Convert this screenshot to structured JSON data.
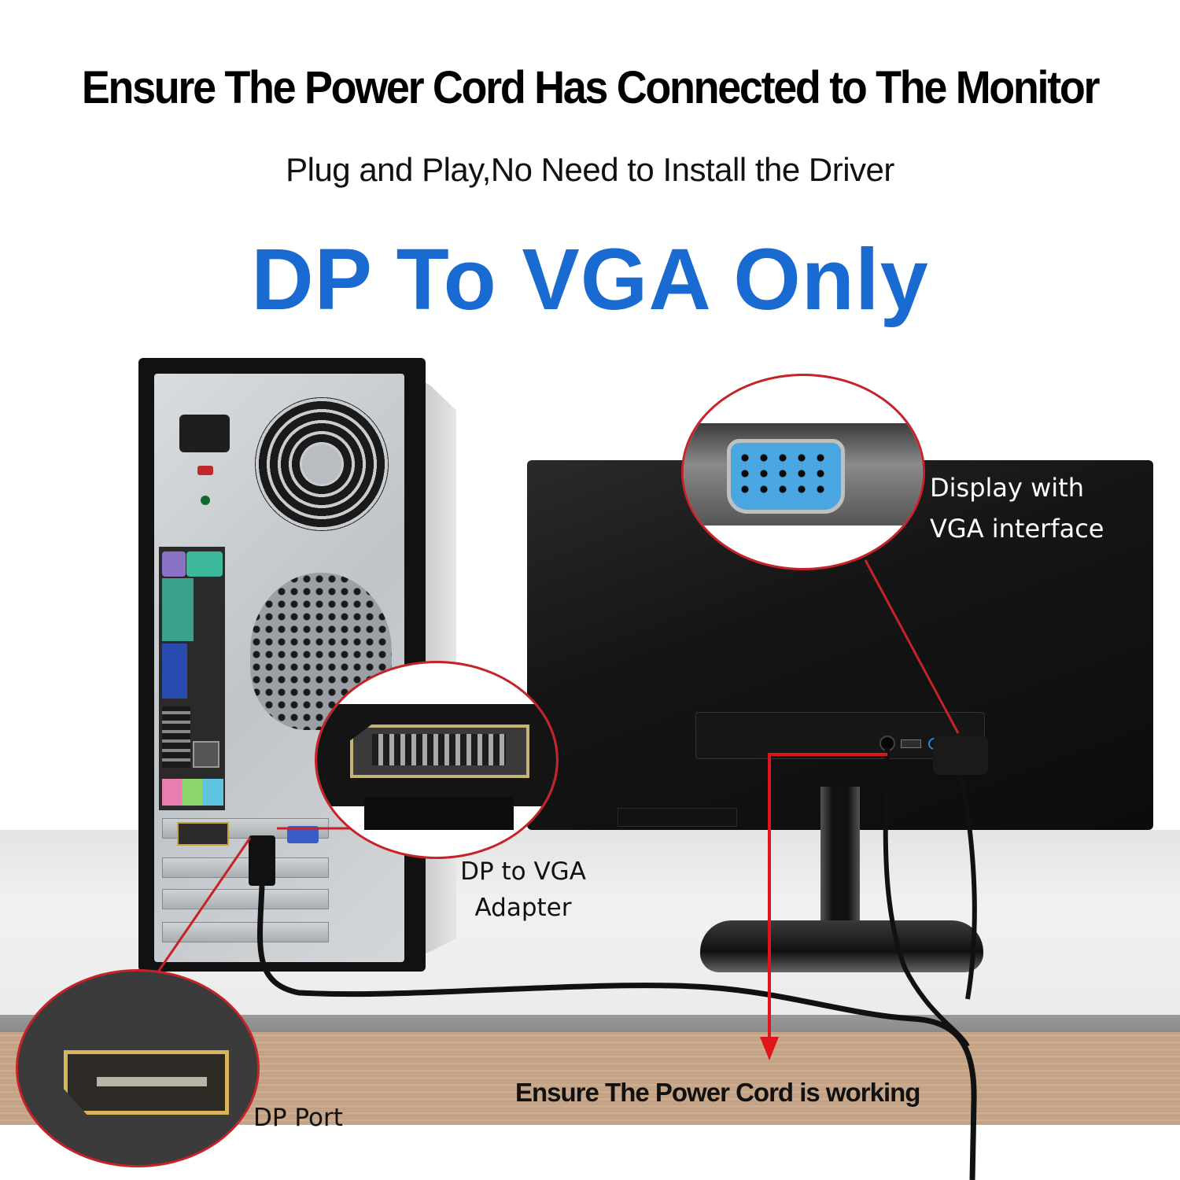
{
  "header": {
    "headline": "Ensure The Power Cord Has Connected to The Monitor",
    "subhead": "Plug and Play,No Need to Install the Driver",
    "product_title": "DP To VGA Only"
  },
  "callouts": {
    "display_label_line1": "Display with",
    "display_label_line2": "VGA interface",
    "adapter_label_line1": "DP to VGA",
    "adapter_label_line2": "Adapter",
    "dp_port_label": "DP Port",
    "power_cord_label": "Ensure The Power Cord is working"
  },
  "colors": {
    "title_blue": "#1a6bd1",
    "callout_red": "#c62328",
    "arrow_red": "#e0141b"
  },
  "icons": [
    "vga-port-icon",
    "displayport-connector-icon",
    "displayport-socket-icon",
    "arrow-down-icon"
  ]
}
